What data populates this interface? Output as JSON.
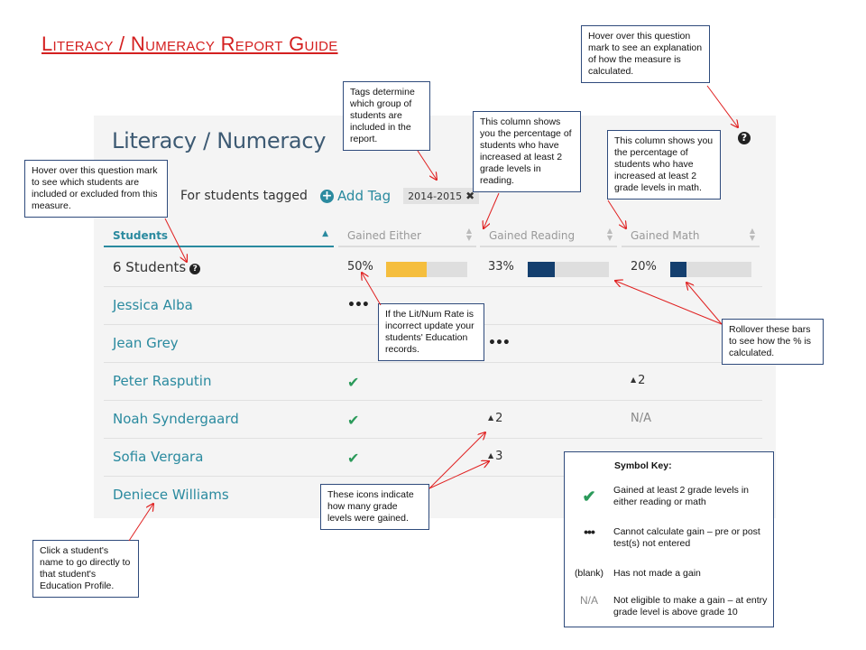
{
  "page_title": "Literacy / Numeracy Report Guide",
  "report": {
    "heading": "Literacy / Numeracy",
    "help_symbol": "?",
    "tag_label": "For students tagged",
    "add_tag_label": "Add Tag",
    "tag_chip": "2014-2015",
    "close_symbol": "✖",
    "columns": {
      "students": "Students",
      "gained_either": "Gained Either",
      "gained_reading": "Gained Reading",
      "gained_math": "Gained Math"
    },
    "summary": {
      "label": "6 Students",
      "either_pct": "50%",
      "reading_pct": "33%",
      "math_pct": "20%",
      "either_fraction": 0.5,
      "reading_fraction": 0.33,
      "math_fraction": 0.2
    },
    "students": [
      {
        "name": "Jessica Alba",
        "either": "•••",
        "reading": "",
        "math": ""
      },
      {
        "name": "Jean Grey",
        "either": "",
        "reading": "•••",
        "math": ""
      },
      {
        "name": "Peter Rasputin",
        "either": "check",
        "reading": "",
        "math": "2"
      },
      {
        "name": "Noah Syndergaard",
        "either": "check",
        "reading": "2",
        "math": "N/A"
      },
      {
        "name": "Sofia Vergara",
        "either": "check",
        "reading": "3",
        "math": ""
      },
      {
        "name": "Deniece Williams",
        "either": "",
        "reading": "",
        "math": ""
      }
    ],
    "colors": {
      "accent": "#2a8a9f",
      "either_bar": "#f5be3e",
      "reading_bar": "#143f6e",
      "math_bar": "#143f6e",
      "check": "#2b9a5a"
    }
  },
  "callouts": {
    "question_mark": "Hover over this question mark to see an explanation of how the measure is calculated.",
    "tags": "Tags determine which group of students are included in the report.",
    "reading_col": "This column shows you the percentage of students who have increased at least 2 grade levels in reading.",
    "math_col": "This column shows you the percentage of students who have increased at least 2 grade levels in math.",
    "students_help": "Hover over this question mark to see which students are included or excluded from this measure.",
    "lit_num_rate": "If the Lit/Num Rate is incorrect update your students' Education records.",
    "rollover": "Rollover these bars to see how the % is calculated.",
    "icons_gain": "These icons indicate how many grade levels were gained.",
    "student_name": "Click a student's name to go directly to that student's Education Profile."
  },
  "symbol_key": {
    "title": "Symbol Key:",
    "items": [
      {
        "symbol": "check",
        "desc": "Gained at least 2 grade levels in either reading or math"
      },
      {
        "symbol": "•••",
        "desc": "Cannot calculate gain – pre or post test(s) not entered"
      },
      {
        "symbol": "(blank)",
        "desc": "Has not made a gain"
      },
      {
        "symbol": "N/A",
        "desc": "Not eligible to make a gain – at entry grade level is above grade 10"
      }
    ]
  }
}
